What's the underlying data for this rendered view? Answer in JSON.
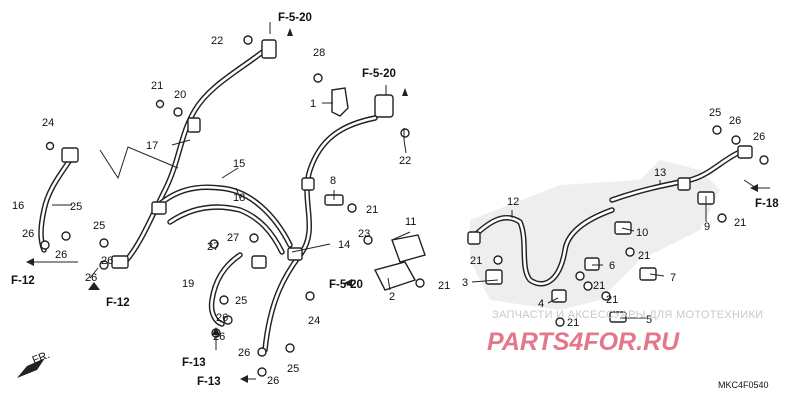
{
  "diagram": {
    "part_numbers": [
      "1",
      "2",
      "3",
      "4",
      "5",
      "6",
      "7",
      "8",
      "9",
      "10",
      "11",
      "12",
      "13",
      "14",
      "15",
      "16",
      "17",
      "18",
      "19",
      "20",
      "21",
      "22",
      "23",
      "24",
      "25",
      "26",
      "27",
      "28"
    ],
    "references": [
      "F-5-20",
      "F-12",
      "F-13",
      "F-18"
    ],
    "front_marker": "FR.",
    "watermark_line": "ЗАПЧАСТИ И АКСЕССУАРЫ ДЛЯ МОТОТЕХНИКИ",
    "watermark_brand": "PARTS4FOR.RU",
    "diagram_code": "MKC4F0540"
  }
}
